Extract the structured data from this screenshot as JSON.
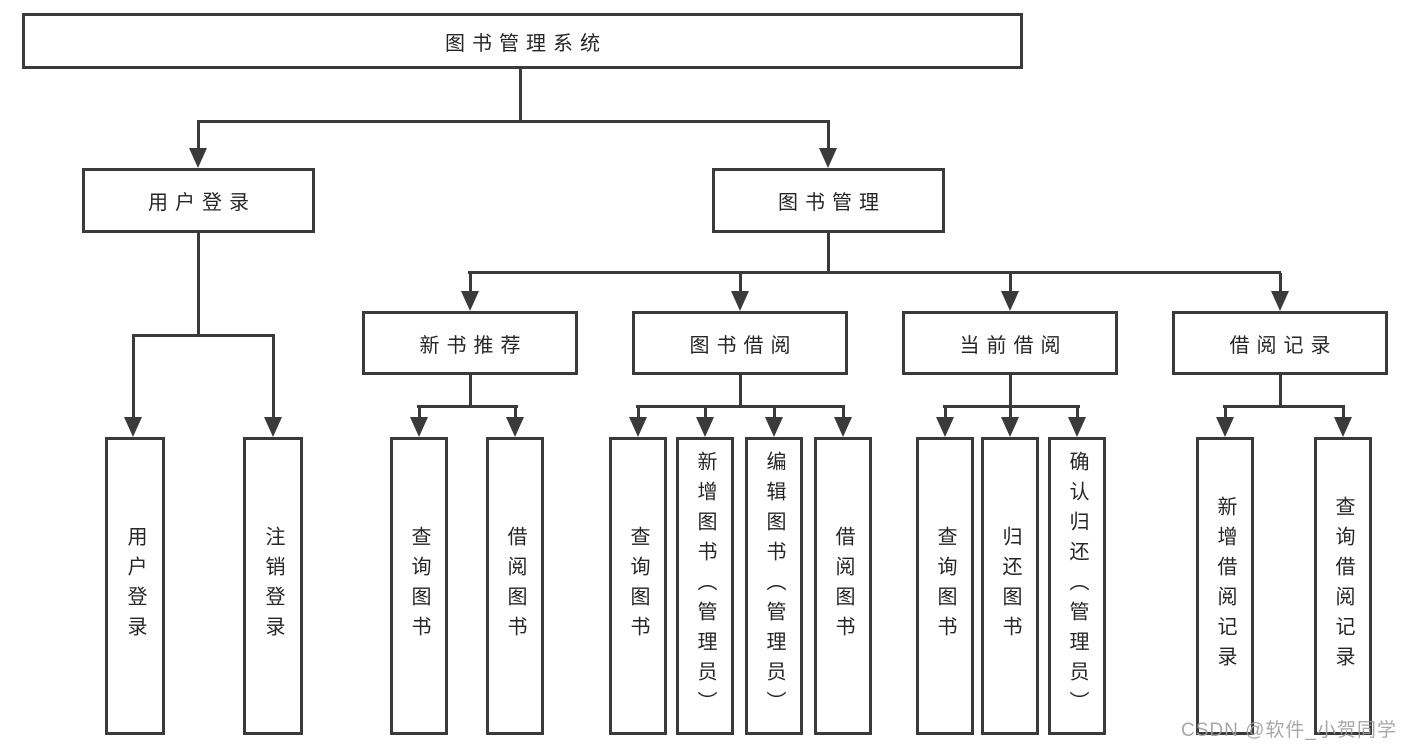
{
  "diagram_title": "图书管理系统",
  "watermark": "CSDN @软件_小贺同学",
  "colors": {
    "line": "#3a3a3a",
    "box_border": "#3a3a3a",
    "box_background": "#ffffff",
    "text": "#262626",
    "watermark_text": "#9e9e9e",
    "page_background": "#ffffff"
  },
  "tree": {
    "label": "图书管理系统",
    "children": [
      {
        "label": "用户登录",
        "children": [
          {
            "label": "用户登录"
          },
          {
            "label": "注销登录"
          }
        ]
      },
      {
        "label": "图书管理",
        "children": [
          {
            "label": "新书推荐",
            "children": [
              {
                "label": "查询图书"
              },
              {
                "label": "借阅图书"
              }
            ]
          },
          {
            "label": "图书借阅",
            "children": [
              {
                "label": "查询图书"
              },
              {
                "label": "新增图书（管理员）"
              },
              {
                "label": "编辑图书（管理员）"
              },
              {
                "label": "借阅图书"
              }
            ]
          },
          {
            "label": "当前借阅",
            "children": [
              {
                "label": "查询图书"
              },
              {
                "label": "归还图书"
              },
              {
                "label": "确认归还（管理员）"
              }
            ]
          },
          {
            "label": "借阅记录",
            "children": [
              {
                "label": "新增借阅记录"
              },
              {
                "label": "查询借阅记录"
              }
            ]
          }
        ]
      }
    ]
  }
}
